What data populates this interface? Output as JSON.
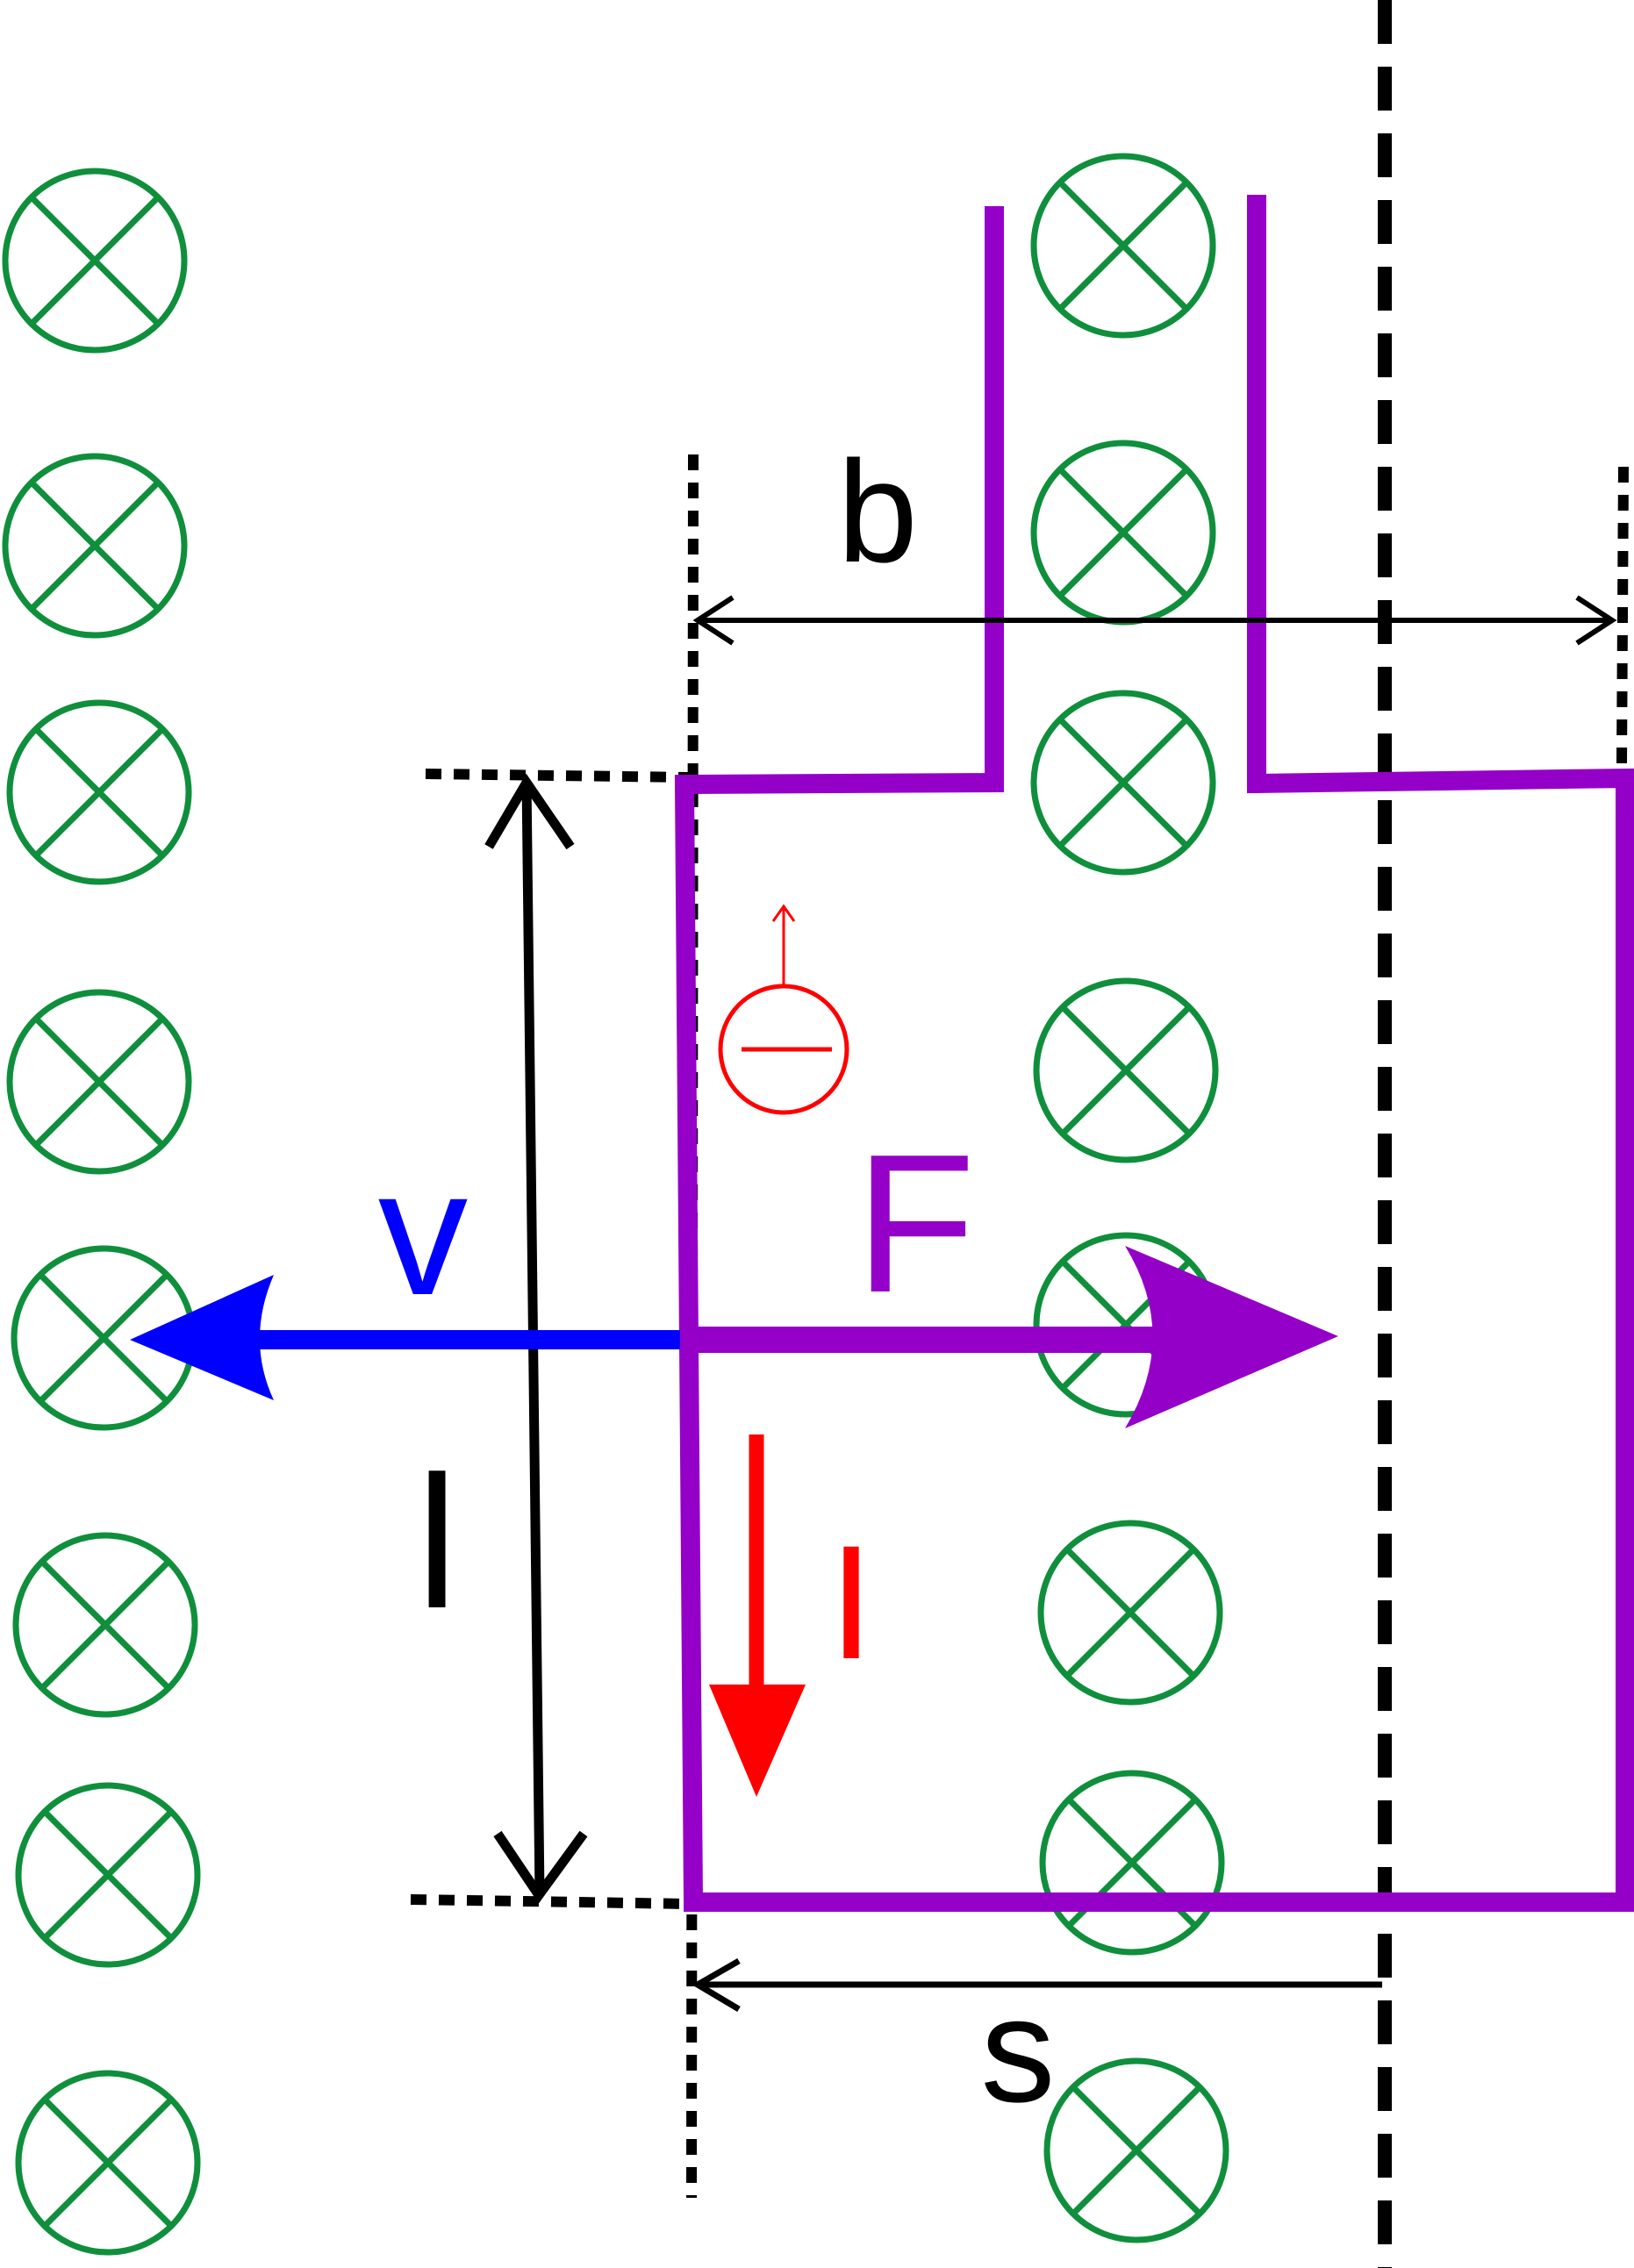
{
  "labels": {
    "b": "b",
    "v": "v",
    "F": "F",
    "l": "l",
    "I": "I",
    "s": "s",
    "charge": "−"
  },
  "colors": {
    "field": "#0f8f3c",
    "loop": "#9400c8",
    "velocity": "#0000ff",
    "current": "#ff0000",
    "dimension": "#000000"
  },
  "icons": {
    "field_symbol": "into-page-cross-circle-icon",
    "charge_symbol": "negative-charge-icon"
  }
}
